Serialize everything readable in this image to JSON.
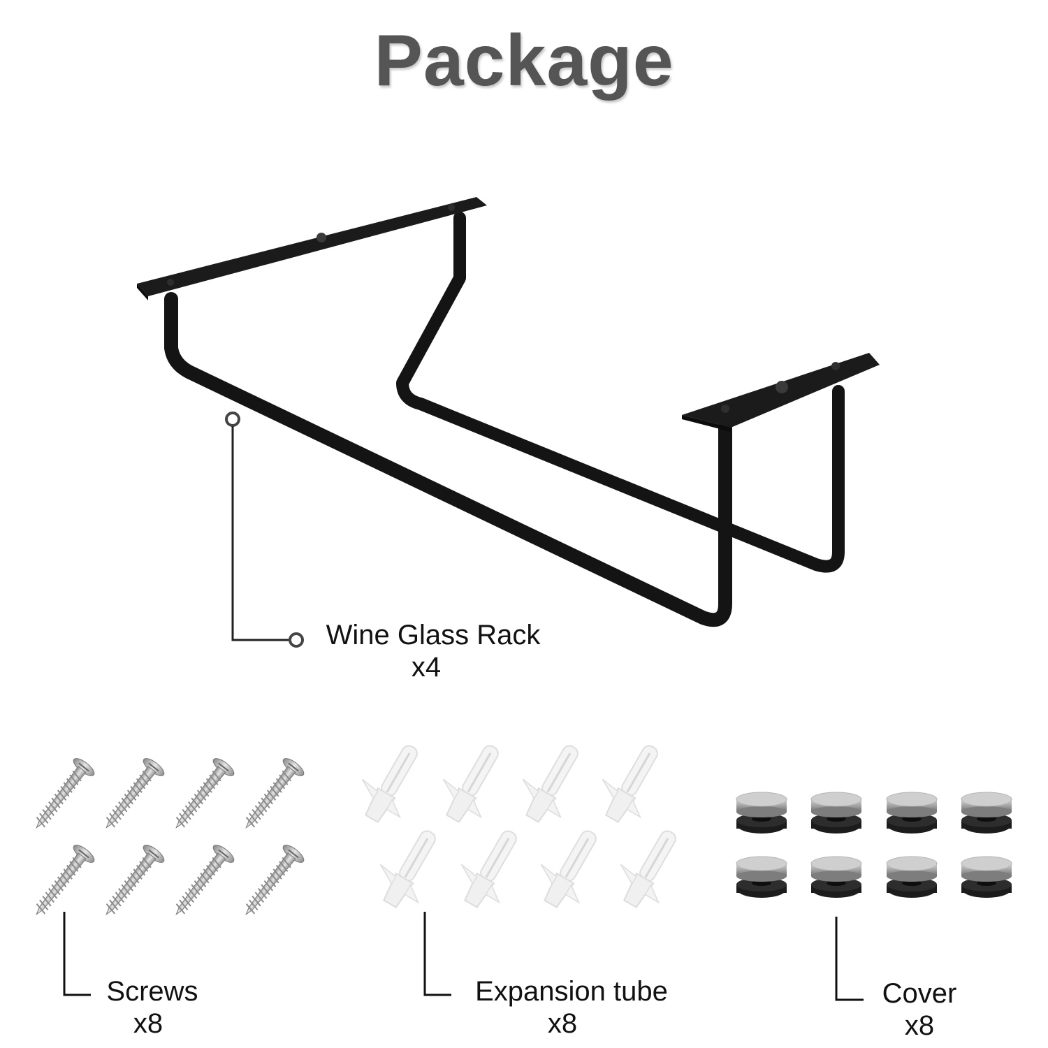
{
  "title": "Package",
  "items": [
    {
      "name": "Wine Glass Rack",
      "qty": "x4"
    },
    {
      "name": "Screws",
      "qty": "x8"
    },
    {
      "name": "Expansion tube",
      "qty": "x8"
    },
    {
      "name": "Cover",
      "qty": "x8"
    }
  ],
  "colors": {
    "title": "#555555",
    "rack": "#141414",
    "screw": "#b8b8b8",
    "expansion_tube": "#f2f2f2",
    "cover_cap": "#a9a9a9",
    "cover_base": "#1c1c1c"
  }
}
